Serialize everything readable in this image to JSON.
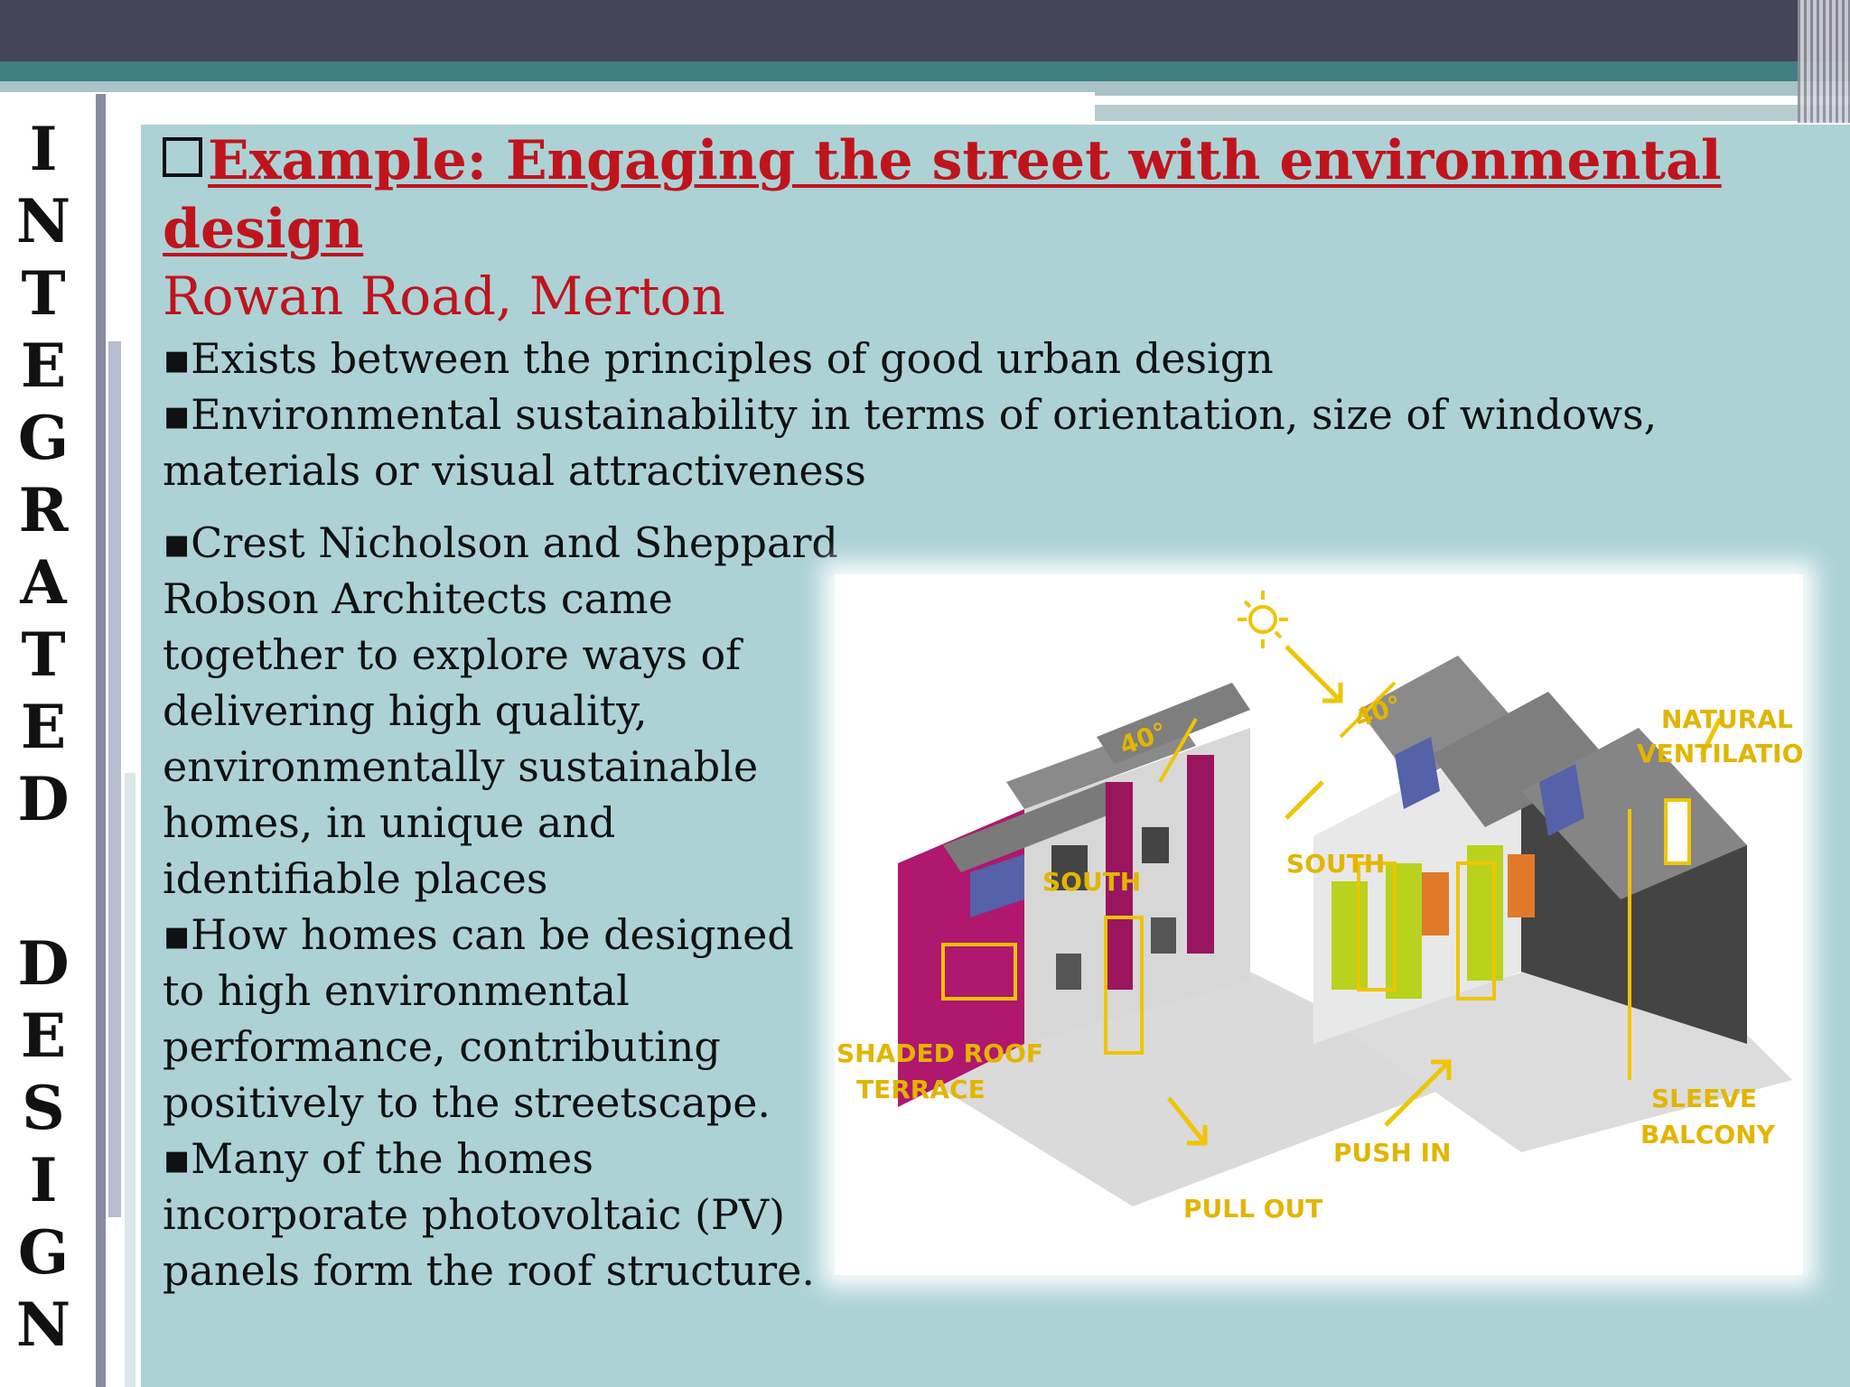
{
  "side_title": {
    "letters": [
      "I",
      "N",
      "T",
      "E",
      "G",
      "R",
      "A",
      "T",
      "E",
      "D",
      "D",
      "E",
      "S",
      "I",
      "G",
      "N"
    ]
  },
  "heading": {
    "bullet_icon": "checkbox-bullet-icon",
    "text": "Example: Engaging the street with environmental design"
  },
  "subtitle": "Rowan Road, Merton",
  "bullets": {
    "b1": "▪Exists between the principles of good urban design",
    "b2": "▪Environmental sustainability in terms of orientation, size of windows, materials or visual attractiveness",
    "b3": "▪Crest Nicholson and Sheppard Robson Architects came together to explore ways of delivering high quality, environmentally sustainable homes, in unique and identifiable places",
    "b4": "▪How homes can be designed to high environmental performance, contributing positively to the streetscape.",
    "b5": "▪Many of the homes incorporate photovoltaic (PV) panels form the roof structure."
  },
  "figure": {
    "annotations": {
      "angle_left": "40°",
      "angle_right": "40°",
      "south_left": "SOUTH",
      "south_right": "SOUTH",
      "natural": "NATURAL",
      "ventilation": "VENTILATION",
      "shaded": "SHADED ROOF",
      "terrace": "TERRACE",
      "push_in": "PUSH IN",
      "pull_out": "PULL OUT",
      "sleeve": "SLEEVE",
      "balcony": "BALCONY"
    }
  },
  "colors": {
    "accent_red": "#c0141c",
    "panel": "#acd2d6",
    "header": "#45455a",
    "teal": "#3f7f82"
  }
}
